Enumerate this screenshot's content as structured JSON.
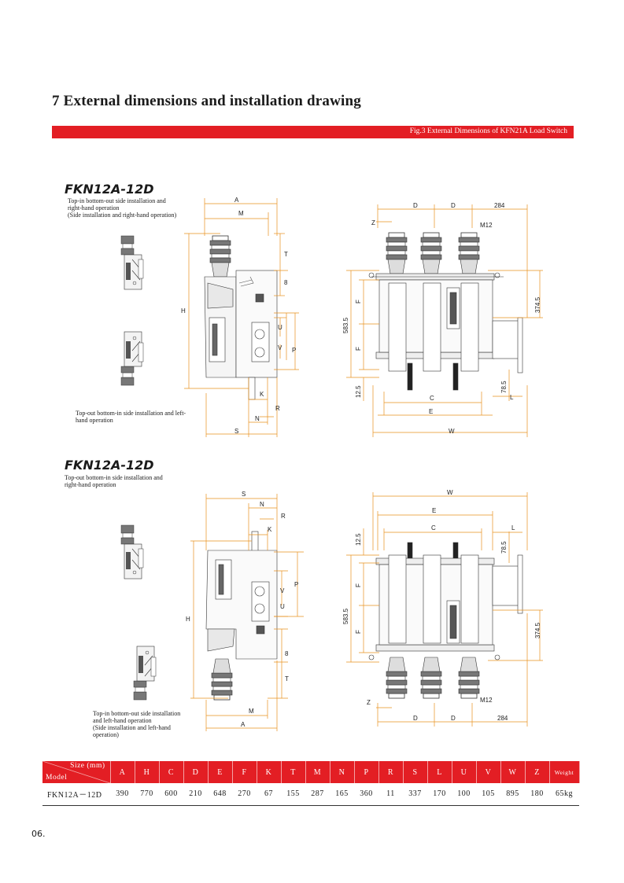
{
  "section": {
    "title": "7 External dimensions and installation drawing",
    "caption": "Fig.3 External Dimensions of KFN21A Load Switch"
  },
  "diagram1": {
    "model": "FKN12A-12D",
    "note_top": [
      "Top-in bottom-out side installation and",
      "right-hand operation",
      "(Side installation and right-hand operation)"
    ],
    "note_bottom": [
      "Top-out bottom-in side installation and left-",
      "hand operation"
    ],
    "side_labels": [
      "A",
      "M",
      "T",
      "8",
      "U",
      "V",
      "P",
      "H",
      "K",
      "R",
      "N",
      "S"
    ],
    "front_labels": [
      "D",
      "D",
      "284",
      "Z",
      "M12",
      "F",
      "583.5",
      "F",
      "374.5",
      "12.5",
      "78.5",
      "C",
      "L",
      "E",
      "W"
    ]
  },
  "diagram2": {
    "model": "FKN12A-12D",
    "note_top": [
      "Top-out bottom-in side installation and",
      "right-hand operation"
    ],
    "note_bottom": [
      "Top-in bottom-out side installation",
      "and left-hand operation",
      "(Side installation and left-hand",
      "operation)"
    ],
    "side_labels": [
      "S",
      "N",
      "R",
      "K",
      "V",
      "U",
      "P",
      "H",
      "8",
      "T",
      "M",
      "A"
    ],
    "front_labels": [
      "W",
      "E",
      "C",
      "L",
      "12.5",
      "78.5",
      "F",
      "583.5",
      "F",
      "374.5",
      "Z",
      "M12",
      "D",
      "D",
      "284"
    ]
  },
  "table": {
    "header_size": "Size (mm)",
    "header_model": "Model",
    "columns": [
      "A",
      "H",
      "C",
      "D",
      "E",
      "F",
      "K",
      "T",
      "M",
      "N",
      "P",
      "R",
      "S",
      "L",
      "U",
      "V",
      "W",
      "Z",
      "Weight"
    ],
    "rows": [
      {
        "model": "FKN12A－12D",
        "values": [
          "390",
          "770",
          "600",
          "210",
          "648",
          "270",
          "67",
          "155",
          "287",
          "165",
          "360",
          "11",
          "337",
          "170",
          "100",
          "105",
          "895",
          "180",
          "65kg"
        ]
      }
    ]
  },
  "page_number": "06."
}
